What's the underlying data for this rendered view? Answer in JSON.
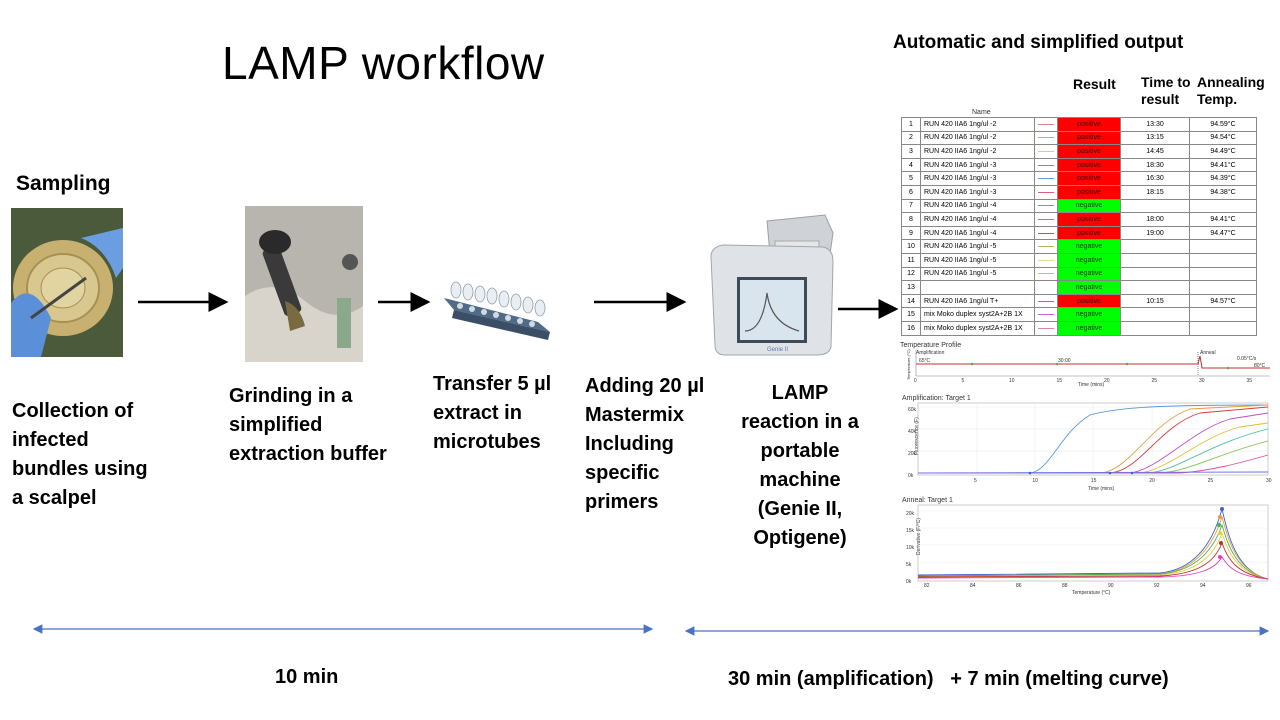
{
  "title": "LAMP workflow",
  "sampling_heading": "Sampling",
  "steps": [
    {
      "lines": [
        "Collection of",
        "infected",
        "bundles using",
        "a scalpel"
      ]
    },
    {
      "lines": [
        "Grinding in a",
        "simplified",
        "extraction  buffer"
      ]
    },
    {
      "lines": [
        "Transfer 5 µl",
        "extract  in",
        "microtubes"
      ]
    },
    {
      "lines": [
        "Adding 20 µl",
        "Mastermix",
        "Including",
        "specific",
        "primers"
      ]
    },
    {
      "lines": [
        "LAMP",
        "reaction  in a",
        "portable",
        "machine",
        "(Genie II,",
        "Optigene)"
      ]
    }
  ],
  "output_heading": "Automatic and simplified output",
  "table_headers": {
    "name": "Name",
    "result": "Result",
    "time": [
      "Time to",
      "result"
    ],
    "annealing": [
      "Annealing",
      "Temp."
    ]
  },
  "results": [
    {
      "n": "1",
      "name": "RUN 420 IIA6 1ng/ul -2",
      "color": "#e08080",
      "result": "positive",
      "time": "13:30",
      "temp": "94.59°C"
    },
    {
      "n": "2",
      "name": "RUN 420 IIA6 1ng/ul -2",
      "color": "#e0a060",
      "result": "positive",
      "time": "13:15",
      "temp": "94.54°C"
    },
    {
      "n": "3",
      "name": "RUN 420 IIA6 1ng/ul -2",
      "color": "#e0d060",
      "result": "positive",
      "time": "14:45",
      "temp": "94.49°C"
    },
    {
      "n": "4",
      "name": "RUN 420 IIA6 1ng/ul -3",
      "color": "#c08040",
      "result": "positive",
      "time": "18:30",
      "temp": "94.41°C"
    },
    {
      "n": "5",
      "name": "RUN 420 IIA6 1ng/ul -3",
      "color": "#60a0e0",
      "result": "positive",
      "time": "16:30",
      "temp": "94.39°C"
    },
    {
      "n": "6",
      "name": "RUN 420 IIA6 1ng/ul -3",
      "color": "#e06080",
      "result": "positive",
      "time": "18:15",
      "temp": "94.38°C"
    },
    {
      "n": "7",
      "name": "RUN 420 IIA6 1ng/ul -4",
      "color": "#909090",
      "result": "negative",
      "time": "",
      "temp": ""
    },
    {
      "n": "8",
      "name": "RUN 420 IIA6 1ng/ul -4",
      "color": "#d060d0",
      "result": "positive",
      "time": "18:00",
      "temp": "94.41°C"
    },
    {
      "n": "9",
      "name": "RUN 420 IIA6 1ng/ul -4",
      "color": "#8060d0",
      "result": "positive",
      "time": "19:00",
      "temp": "94.47°C"
    },
    {
      "n": "10",
      "name": "RUN 420 IIA6 1ng/ul -5",
      "color": "#a0c060",
      "result": "negative",
      "time": "",
      "temp": ""
    },
    {
      "n": "11",
      "name": "RUN 420 IIA6 1ng/ul -5",
      "color": "#e0e080",
      "result": "negative",
      "time": "",
      "temp": ""
    },
    {
      "n": "12",
      "name": "RUN 420 IIA6 1ng/ul -5",
      "color": "#e0b070",
      "result": "negative",
      "time": "",
      "temp": ""
    },
    {
      "n": "13",
      "name": "",
      "color": "#ffffff",
      "result": "negative",
      "time": "",
      "temp": ""
    },
    {
      "n": "14",
      "name": "RUN 420 IIA6 1ng/ul T+",
      "color": "#6080e0",
      "result": "positive",
      "time": "10:15",
      "temp": "94.57°C"
    },
    {
      "n": "15",
      "name": "mix Moko duplex syst2A+2B 1X",
      "color": "#d060d0",
      "result": "negative",
      "time": "",
      "temp": ""
    },
    {
      "n": "16",
      "name": "mix Moko duplex syst2A+2B 1X",
      "color": "#e080b0",
      "result": "negative",
      "time": "",
      "temp": ""
    }
  ],
  "temp_profile": {
    "title": "Temperature Profile",
    "phase1": "Amplification",
    "phase2": "Anneal",
    "t1": "65°C",
    "t2": "30:00",
    "rate": "0.05°C/s",
    "t3": "80°C",
    "xlabel": "Time (mins)",
    "ylabel": "Temperature (°C)",
    "ticks": [
      "0",
      "5",
      "10",
      "15",
      "20",
      "25",
      "30",
      "35"
    ]
  },
  "amplification": {
    "title": "Amplification: Target 1",
    "xlabel": "Time (mins)",
    "ylabel": "Fluorescence (F)",
    "yticks": [
      "0k",
      "20k",
      "40k",
      "60k"
    ],
    "xticks": [
      "5",
      "10",
      "15",
      "20",
      "25",
      "30"
    ]
  },
  "anneal": {
    "title": "Anneal: Target 1",
    "xlabel": "Temperature (°C)",
    "ylabel": "Derivative (F/°C)",
    "yticks": [
      "0k",
      "5k",
      "10k",
      "15k",
      "20k"
    ],
    "xticks": [
      "82",
      "84",
      "86",
      "88",
      "90",
      "92",
      "94",
      "96"
    ]
  },
  "time_left": "10 min",
  "time_right": "30 min (amplification)   + 7 min (melting curve)"
}
